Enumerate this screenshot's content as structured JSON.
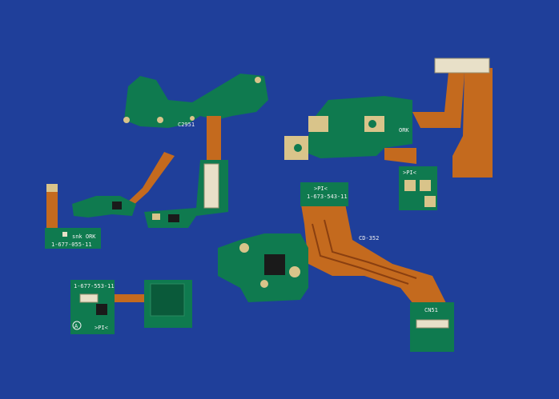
{
  "colors": {
    "background": "#1f3f9a",
    "pcb_green": "#0f7a4f",
    "pcb_green_dark": "#0a5a3a",
    "flex_copper": "#c46a1e",
    "flex_dark": "#8a3f10",
    "pad_gold": "#d9c48a",
    "chip_black": "#1a1a1a",
    "silkscreen": "#f2f2f2"
  },
  "labels": {
    "board_left_small": "snk ORK",
    "board_left_small_code": "1-677-055-11",
    "board_center_top_code": "C2951",
    "board_right_top": "ORK",
    "board_right_pi": ">PI<",
    "board_center_flex_pi": ">PI<",
    "board_center_flex_code": "1-673-543-11",
    "board_center_flex_cd": "CD-352",
    "board_bottom_left_code": "1-677-553-11",
    "board_bottom_left_pi": ">PI<",
    "board_bottom_left_circle": "A",
    "board_bottom_right_code": "CN51"
  }
}
